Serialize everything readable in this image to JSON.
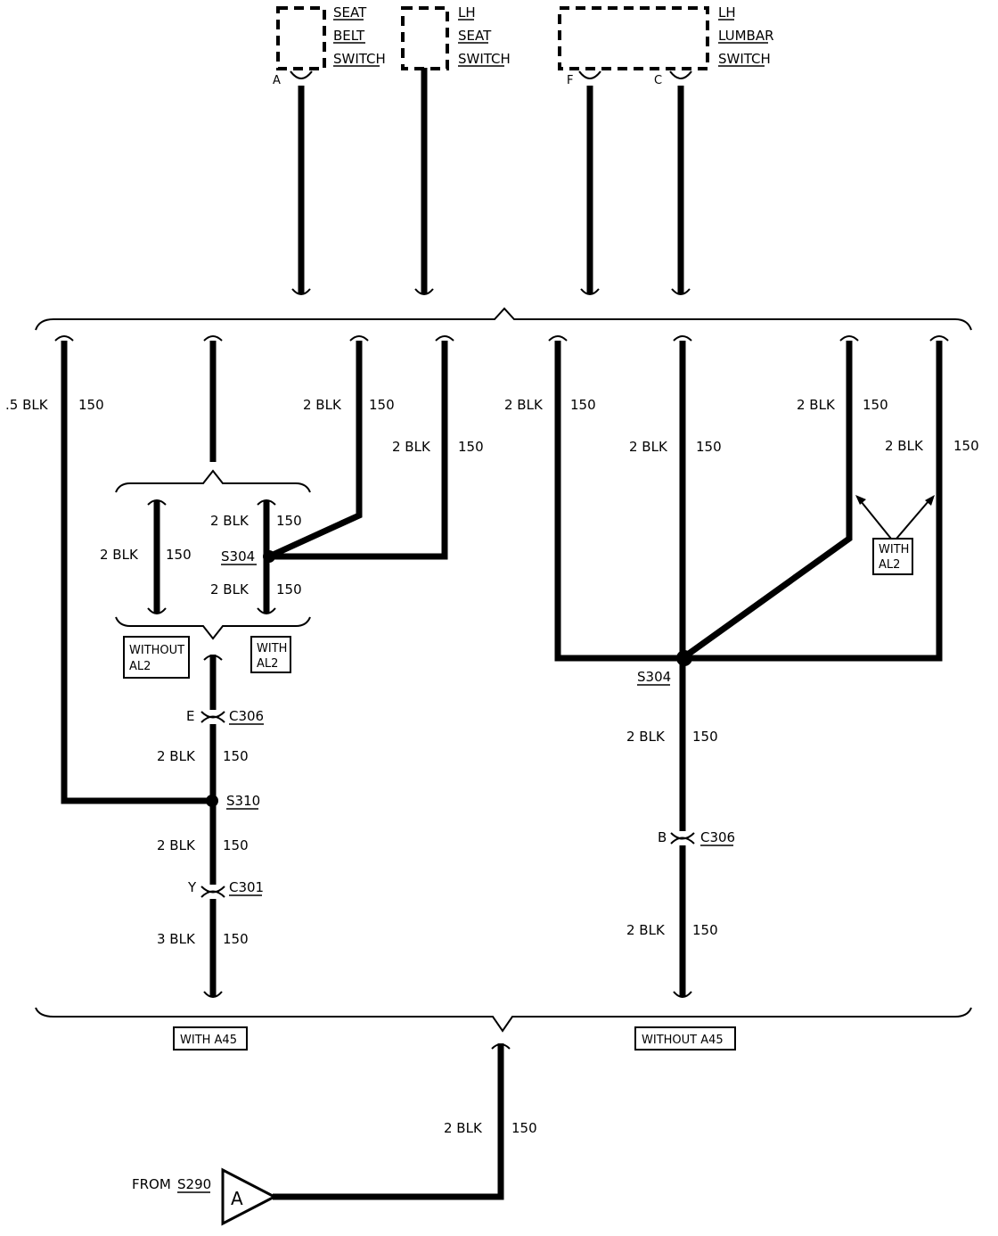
{
  "components": {
    "seat_belt_switch": {
      "lines": [
        "SEAT",
        "BELT",
        "SWITCH"
      ],
      "pin": "A"
    },
    "lh_seat_switch": {
      "lines": [
        "LH",
        "SEAT",
        "SWITCH"
      ]
    },
    "lh_lumbar_switch": {
      "lines": [
        "LH",
        "LUMBAR",
        "SWITCH"
      ],
      "pins": [
        "F",
        "C"
      ]
    }
  },
  "wires": {
    "w_left_main": {
      "size": ".5 BLK",
      "circuit": "150"
    },
    "w_top_c": {
      "size": "2 BLK",
      "circuit": "150"
    },
    "w_top_d": {
      "size": "2 BLK",
      "circuit": "150"
    },
    "w_inner_without": {
      "size": "2 BLK",
      "circuit": "150"
    },
    "w_s304_up": {
      "size": "2 BLK",
      "circuit": "150"
    },
    "w_s304_down": {
      "size": "2 BLK",
      "circuit": "150"
    },
    "w_c306_s310": {
      "size": "2 BLK",
      "circuit": "150"
    },
    "w_s310_c301": {
      "size": "2 BLK",
      "circuit": "150"
    },
    "w_c301_bottom": {
      "size": "3 BLK",
      "circuit": "150"
    },
    "w_right_a": {
      "size": "2 BLK",
      "circuit": "150"
    },
    "w_right_center": {
      "size": "2 BLK",
      "circuit": "150"
    },
    "w_right_c": {
      "size": "2 BLK",
      "circuit": "150"
    },
    "w_right_d": {
      "size": "2 BLK",
      "circuit": "150"
    },
    "w_s304r_c306": {
      "size": "2 BLK",
      "circuit": "150"
    },
    "w_c306_bottom": {
      "size": "2 BLK",
      "circuit": "150"
    },
    "w_feed": {
      "size": "2 BLK",
      "circuit": "150"
    }
  },
  "splices": {
    "s304_left": "S304",
    "s310": "S310",
    "s304_right": "S304"
  },
  "connectors": {
    "c306_left": {
      "pin": "E",
      "name": "C306"
    },
    "c301": {
      "pin": "Y",
      "name": "C301"
    },
    "c306_right": {
      "pin": "B",
      "name": "C306"
    }
  },
  "options": {
    "without_al2": [
      "WITHOUT",
      "AL2"
    ],
    "with_al2_left": [
      "WITH",
      "AL2"
    ],
    "with_al2_right": [
      "WITH",
      "AL2"
    ],
    "with_a45": "WITH A45",
    "without_a45": "WITHOUT A45"
  },
  "source": {
    "prefix": "FROM",
    "splice": "S290",
    "symbol": "A"
  }
}
